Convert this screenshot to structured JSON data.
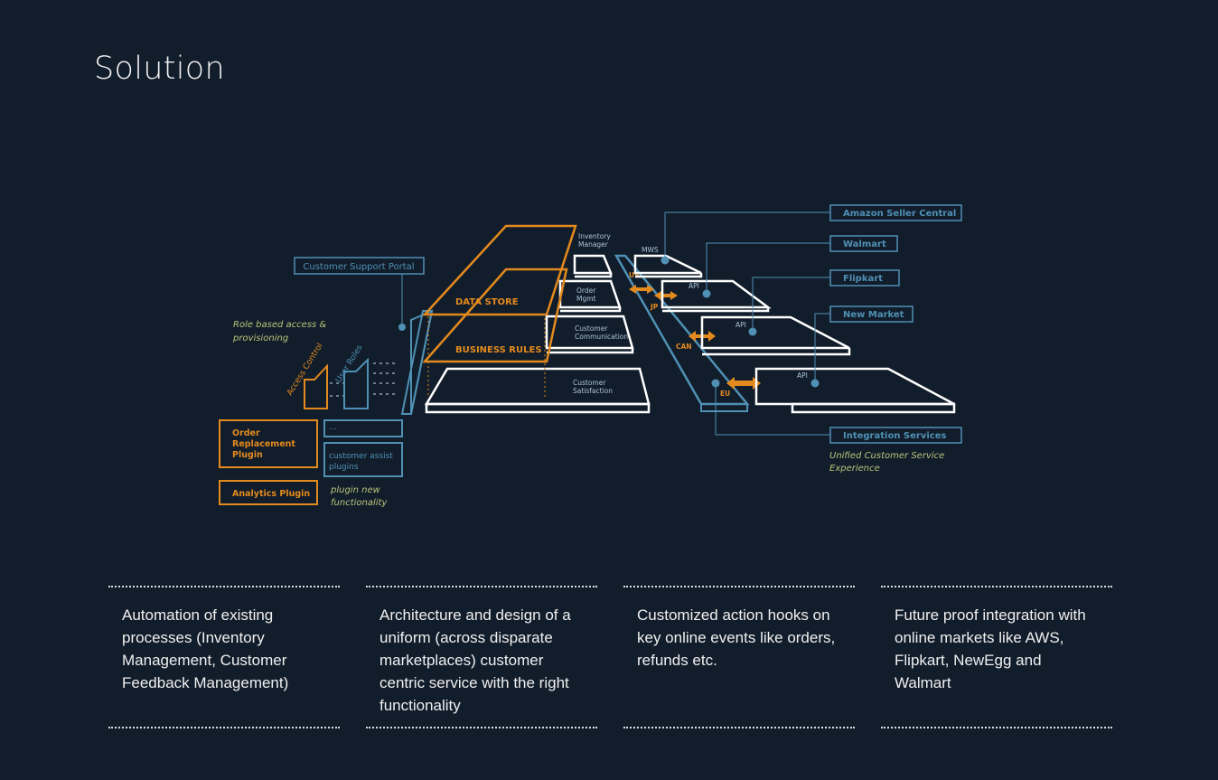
{
  "page": {
    "title": "Solution"
  },
  "colors": {
    "background": "#121d2b",
    "orange": "#e38a1e",
    "blue": "#4f90b4",
    "white": "#ffffff",
    "green_italic": "#b8c57a"
  },
  "diagram": {
    "customer_support_portal": "Customer Support Portal",
    "role_based_access": [
      "Role based access &",
      "provisioning"
    ],
    "access_control": "Access Control",
    "user_roles": "User Roles",
    "data_store": "DATA  STORE",
    "business_rules": "BUSINESS RULES",
    "inventory_manager": [
      "Inventory",
      "Manager"
    ],
    "order_mgmt": [
      "Order",
      "Mgmt"
    ],
    "customer_communication": [
      "Customer",
      "Communication"
    ],
    "customer_satisfaction": [
      "Customer",
      "Satisfaction"
    ],
    "order_replacement_plugin": [
      "Order",
      "Replacement",
      "Plugin"
    ],
    "ellipsis": "...",
    "customer_assist_plugins": [
      "customer assist",
      "plugins"
    ],
    "analytics_plugin": "Analytics Plugin",
    "plugin_new_functionality": [
      "plugin new",
      "functionality"
    ],
    "regions": [
      "US",
      "JP",
      "CAN",
      "EU"
    ],
    "mws": "MWS",
    "api": "API",
    "markets": [
      "Amazon Seller Central",
      "Walmart",
      "Flipkart",
      "New Market"
    ],
    "integration_services": "Integration Services",
    "unified_experience": [
      "Unified Customer Service",
      "Experience"
    ]
  },
  "cards": [
    {
      "text": "Automation of existing processes (Inventory Management, Customer Feedback Management)"
    },
    {
      "text": "Architecture and design of a uniform (across disparate marketplaces) customer centric service with the right functionality"
    },
    {
      "text": "Customized action hooks on key online events like orders, refunds etc."
    },
    {
      "text": "Future proof integration with online markets like AWS, Flipkart, NewEgg and Walmart"
    }
  ]
}
